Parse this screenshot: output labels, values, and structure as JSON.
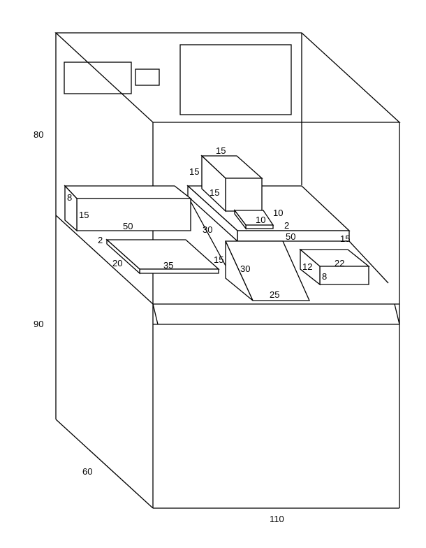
{
  "cabinet": {
    "height_upper": "80",
    "height_lower": "90",
    "depth": "60",
    "width": "110"
  },
  "left_box": {
    "height": "8",
    "depth": "15",
    "width": "50"
  },
  "flat_plate": {
    "thickness": "2",
    "depth": "20",
    "width": "35"
  },
  "top_box": {
    "width": "15",
    "height": "15",
    "depth": "15"
  },
  "small_plate": {
    "depth": "10",
    "width": "10",
    "thickness": "2"
  },
  "long_platform": {
    "depth": "30",
    "width": "50",
    "height": "15"
  },
  "wedge": {
    "height": "15",
    "slope": "30",
    "base": "25"
  },
  "right_box": {
    "height": "12",
    "width": "22",
    "depth": "8"
  }
}
